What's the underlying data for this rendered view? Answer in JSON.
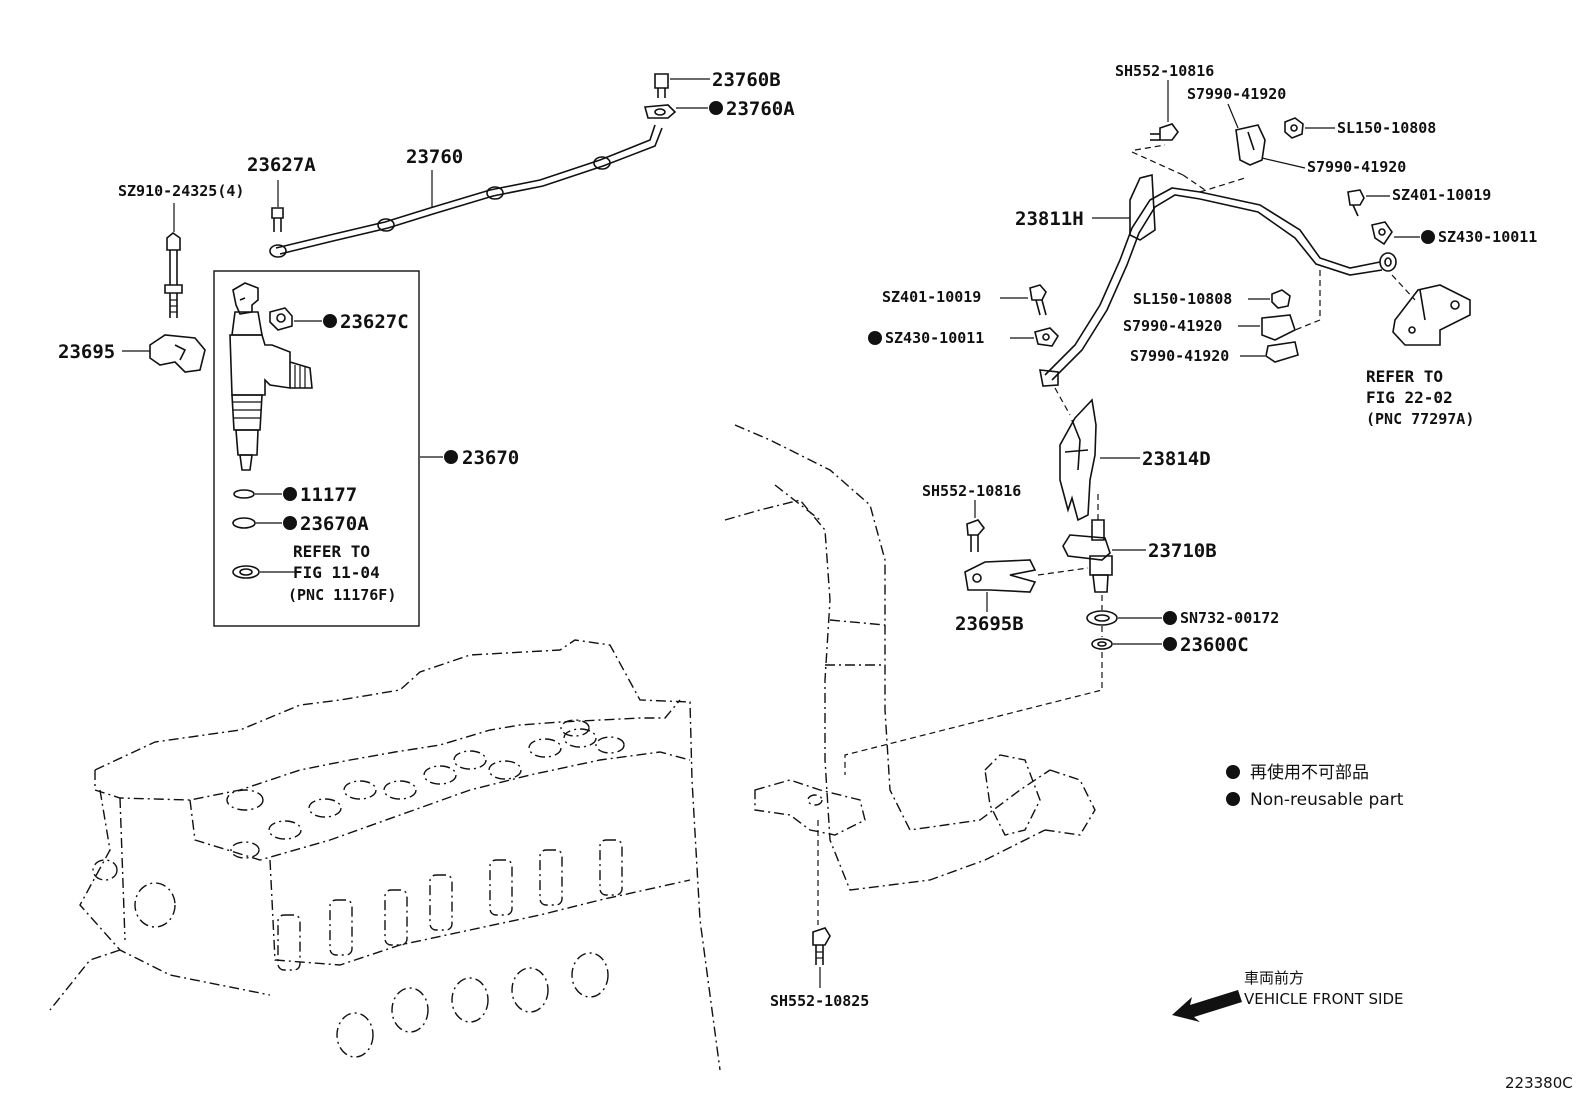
{
  "callouts": {
    "c23760B": "23760B",
    "c23760A": "23760A",
    "c23760": "23760",
    "c23627A": "23627A",
    "cSZ910": "SZ910-24325(4)",
    "c23695": "23695",
    "c23627C": "23627C",
    "c23670": "23670",
    "c11177": "11177",
    "c23670A": "23670A",
    "cSH552a": "SH552-10816",
    "cS7990a": "S7990-41920",
    "cSL150a": "SL150-10808",
    "cS7990b": "S7990-41920",
    "cSZ401a": "SZ401-10019",
    "cSZ430a": "SZ430-10011",
    "c23811H": "23811H",
    "cSZ401b": "SZ401-10019",
    "cSL150b": "SL150-10808",
    "cS7990c": "S7990-41920",
    "cSZ430b": "SZ430-10011",
    "cS7990d": "S7990-41920",
    "c23814D": "23814D",
    "cSH552b": "SH552-10816",
    "c23710B": "23710B",
    "c23695B": "23695B",
    "cSN732": "SN732-00172",
    "c23600C": "23600C",
    "cSH552c": "SH552-10825"
  },
  "references": {
    "ref1": {
      "line1": "REFER TO",
      "line2": "FIG 11-04",
      "line3": "(PNC 11176F)"
    },
    "ref2": {
      "line1": "REFER TO",
      "line2": "FIG 22-02",
      "line3": "(PNC 77297A)"
    }
  },
  "legend": {
    "japanese": "再使用不可部品",
    "english": "Non-reusable part"
  },
  "direction": {
    "japanese": "車両前方",
    "english": "VEHICLE FRONT SIDE"
  },
  "figure_code": "223380C",
  "colors": {
    "ink": "#111111",
    "paper": "#ffffff"
  }
}
